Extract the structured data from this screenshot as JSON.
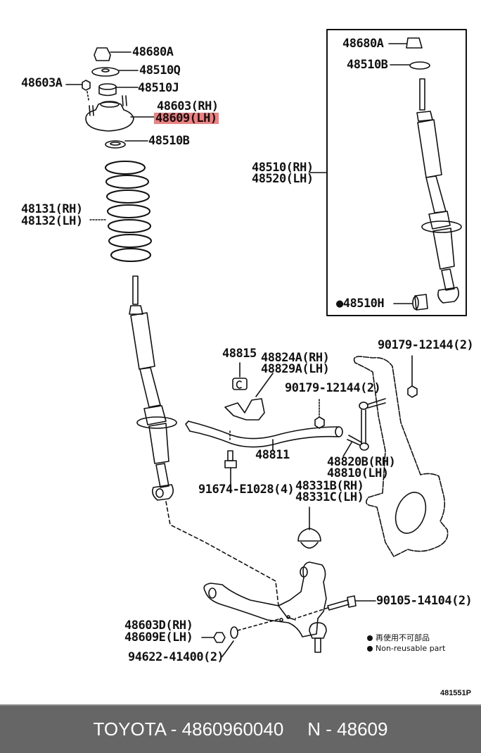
{
  "diagram": {
    "title": "Front suspension parts diagram",
    "highlight_color": "#f08080",
    "labels": {
      "nut_48680A": "48680A",
      "seat_48510Q": "48510Q",
      "nut_48603A": "48603A",
      "bound_48510J": "48510J",
      "support_rh": "48603(RH)",
      "support_lh": "48609(LH)",
      "insulator_48510B": "48510B",
      "spring_rh": "48131(RH)",
      "spring_lh": "48132(LH)",
      "inset_nut": "48680A",
      "inset_insulator": "48510B",
      "absorber_rh": "48510(RH)",
      "absorber_lh": "48520(LH)",
      "inset_bushing": "●48510H",
      "bushing_48815": "48815",
      "bracket_rh": "48824A(RH)",
      "bracket_lh": "48829A(LH)",
      "nut_right_top": "90179-12144(2)",
      "nut_mid": "90179-12144(2)",
      "stabilizer_bar": "48811",
      "bolt_91674": "91674-E1028(4)",
      "link_rh": "48820B(RH)",
      "link_lh": "48810(LH)",
      "balljoint_rh": "48331B(RH)",
      "balljoint_lh": "48331C(LH)",
      "bolt_90105": "90105-14104(2)",
      "cam_rh": "48603D(RH)",
      "cam_lh": "48609E(LH)",
      "washer_94622": "94622-41400(2)"
    },
    "legend": {
      "jp": "再使用不可部品",
      "en": "Non-reusable part"
    },
    "illustration_code": "481551P"
  },
  "footer": {
    "brand_part": "TOYOTA - 4860960040",
    "ref": "N - 48609"
  }
}
